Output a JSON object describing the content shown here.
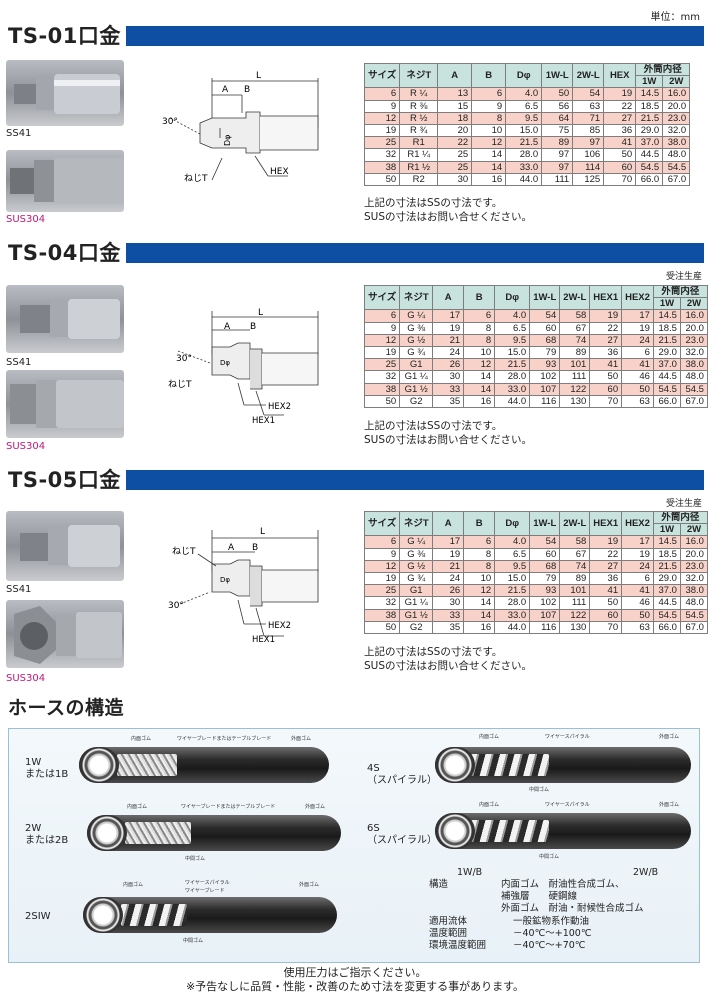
{
  "unit": "単位：mm",
  "headers": [
    "サイズ",
    "ネジT",
    "A",
    "B",
    "Dφ",
    "1W-L",
    "2W-L",
    "HEX",
    "外筒内径",
    "1W",
    "2W"
  ],
  "headers2": [
    "サイズ",
    "ネジT",
    "A",
    "B",
    "Dφ",
    "1W-L",
    "2W-L",
    "HEX1",
    "HEX2",
    "外筒内径",
    "1W",
    "2W"
  ],
  "ts01": {
    "title": "TS-01口金",
    "photo1": "SS41",
    "photo2": "SUS304",
    "dims": {
      "l": "L",
      "a": "A",
      "b": "B",
      "angle": "30°",
      "d": "Dφ",
      "t": "ねじT",
      "hex": "HEX"
    },
    "rows": [
      [
        "6",
        "R ¼",
        "13",
        "6",
        "4.0",
        "50",
        "54",
        "19",
        "14.5",
        "16.0"
      ],
      [
        "9",
        "R ⅜",
        "15",
        "9",
        "6.5",
        "56",
        "63",
        "22",
        "18.5",
        "20.0"
      ],
      [
        "12",
        "R ½",
        "18",
        "8",
        "9.5",
        "64",
        "71",
        "27",
        "21.5",
        "23.0"
      ],
      [
        "19",
        "R ¾",
        "20",
        "10",
        "15.0",
        "75",
        "85",
        "36",
        "29.0",
        "32.0"
      ],
      [
        "25",
        "R1",
        "22",
        "12",
        "21.5",
        "89",
        "97",
        "41",
        "37.0",
        "38.0"
      ],
      [
        "32",
        "R1 ¼",
        "25",
        "14",
        "28.0",
        "97",
        "106",
        "50",
        "44.5",
        "48.0"
      ],
      [
        "38",
        "R1 ½",
        "25",
        "14",
        "33.0",
        "97",
        "114",
        "60",
        "54.5",
        "54.5"
      ],
      [
        "50",
        "R2",
        "30",
        "16",
        "44.0",
        "111",
        "125",
        "70",
        "66.0",
        "67.0"
      ]
    ],
    "note1": "上記の寸法はSSの寸法です。",
    "note2": "SUSの寸法はお問い合せください。"
  },
  "ts04": {
    "title": "TS-04口金",
    "made": "受注生産",
    "photo1": "SS41",
    "photo2": "SUS304",
    "dims": {
      "l": "L",
      "a": "A",
      "b": "B",
      "angle": "30°",
      "d": "Dφ",
      "t": "ねじT",
      "hex1": "HEX1",
      "hex2": "HEX2"
    },
    "rows": [
      [
        "6",
        "G ¼",
        "17",
        "6",
        "4.0",
        "54",
        "58",
        "19",
        "17",
        "14.5",
        "16.0"
      ],
      [
        "9",
        "G ⅜",
        "19",
        "8",
        "6.5",
        "60",
        "67",
        "22",
        "19",
        "18.5",
        "20.0"
      ],
      [
        "12",
        "G ½",
        "21",
        "8",
        "9.5",
        "68",
        "74",
        "27",
        "24",
        "21.5",
        "23.0"
      ],
      [
        "19",
        "G ¾",
        "24",
        "10",
        "15.0",
        "79",
        "89",
        "36",
        "6",
        "29.0",
        "32.0"
      ],
      [
        "25",
        "G1",
        "26",
        "12",
        "21.5",
        "93",
        "101",
        "41",
        "41",
        "37.0",
        "38.0"
      ],
      [
        "32",
        "G1 ¼",
        "30",
        "14",
        "28.0",
        "102",
        "111",
        "50",
        "46",
        "44.5",
        "48.0"
      ],
      [
        "38",
        "G1 ½",
        "33",
        "14",
        "33.0",
        "107",
        "122",
        "60",
        "50",
        "54.5",
        "54.5"
      ],
      [
        "50",
        "G2",
        "35",
        "16",
        "44.0",
        "116",
        "130",
        "70",
        "63",
        "66.0",
        "67.0"
      ]
    ],
    "note1": "上記の寸法はSSの寸法です。",
    "note2": "SUSの寸法はお問い合せください。"
  },
  "ts05": {
    "title": "TS-05口金",
    "made": "受注生産",
    "photo1": "SS41",
    "photo2": "SUS304",
    "dims": {
      "l": "L",
      "a": "A",
      "b": "B",
      "angle": "30°",
      "d": "Dφ",
      "t": "ねじT",
      "hex1": "HEX1",
      "hex2": "HEX2"
    },
    "rows": [
      [
        "6",
        "G ¼",
        "17",
        "6",
        "4.0",
        "54",
        "58",
        "19",
        "17",
        "14.5",
        "16.0"
      ],
      [
        "9",
        "G ⅜",
        "19",
        "8",
        "6.5",
        "60",
        "67",
        "22",
        "19",
        "18.5",
        "20.0"
      ],
      [
        "12",
        "G ½",
        "21",
        "8",
        "9.5",
        "68",
        "74",
        "27",
        "24",
        "21.5",
        "23.0"
      ],
      [
        "19",
        "G ¾",
        "24",
        "10",
        "15.0",
        "79",
        "89",
        "36",
        "6",
        "29.0",
        "32.0"
      ],
      [
        "25",
        "G1",
        "26",
        "12",
        "21.5",
        "93",
        "101",
        "41",
        "41",
        "37.0",
        "38.0"
      ],
      [
        "32",
        "G1 ¼",
        "30",
        "14",
        "28.0",
        "102",
        "111",
        "50",
        "46",
        "44.5",
        "48.0"
      ],
      [
        "38",
        "G1 ½",
        "33",
        "14",
        "33.0",
        "107",
        "122",
        "60",
        "50",
        "54.5",
        "54.5"
      ],
      [
        "50",
        "G2",
        "35",
        "16",
        "44.0",
        "116",
        "130",
        "70",
        "63",
        "66.0",
        "67.0"
      ]
    ],
    "note1": "上記の寸法はSSの寸法です。",
    "note2": "SUSの寸法はお問い合せください。"
  },
  "hose": {
    "title": "ホースの構造",
    "h1w": {
      "l1": "1W",
      "l2": "または1B",
      "inner": "内面ゴム",
      "wire": "ワイヤーブレードまたはテーブルブレード",
      "outer": "外面ゴム"
    },
    "h2w": {
      "l1": "2W",
      "l2": "または2B",
      "inner": "内面ゴム",
      "wire": "ワイヤーブレードまたはテーブルブレード",
      "outer": "外面ゴム",
      "mid": "中間ゴム"
    },
    "h2siw": {
      "l1": "2SIW",
      "inner": "内面ゴム",
      "wire1": "ワイヤースパイラル",
      "wire2": "ワイヤーブレード",
      "outer": "外面ゴム",
      "mid": "中間ゴム"
    },
    "h4s": {
      "l1": "4S",
      "l2": "（スパイラル）",
      "inner": "内面ゴム",
      "wire": "ワイヤースパイラル",
      "outer": "外面ゴム",
      "mid": "中間ゴム"
    },
    "h6s": {
      "l1": "6S",
      "l2": "（スパイラル）",
      "inner": "内面ゴム",
      "wire": "ワイヤースパイラル",
      "outer": "外面ゴム",
      "mid": "中間ゴム"
    },
    "spec": {
      "h1": "1W/B",
      "h2": "2W/B",
      "k1": "構造",
      "v1a": "内面ゴム　耐油性合成ゴム、",
      "v1b": "補強層　　硬鋼線",
      "v1c": "外面ゴム　耐油・耐候性合成ゴム",
      "k2": "適用流体",
      "v2": "一般鉱物系作動油",
      "k3": "温度範囲",
      "v3": "－40℃～+100℃",
      "k4": "環境温度範囲",
      "v4": "－40℃～+70℃"
    }
  },
  "footer1": "使用圧力はご指示ください。",
  "footer2": "※予告なしに品質・性能・改善のため寸法を変更する事があります。"
}
